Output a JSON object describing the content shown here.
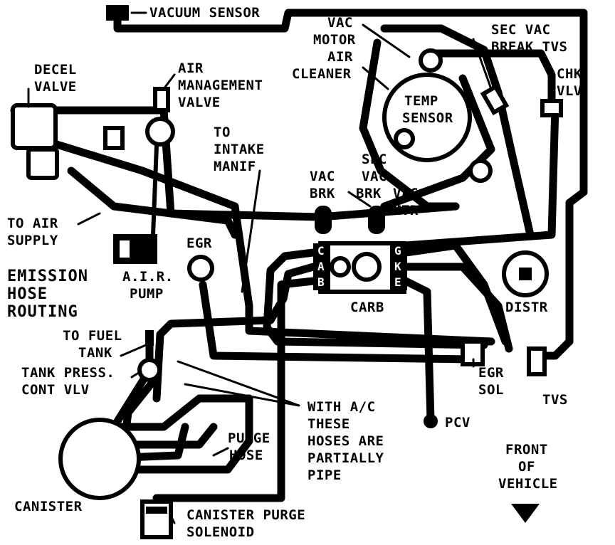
{
  "title_lines": [
    "EMISSION",
    "HOSE",
    "ROUTING"
  ],
  "labels": {
    "vacuum_sensor": "VACUUM SENSOR",
    "vac_motor": [
      "VAC",
      "MOTOR"
    ],
    "air_cleaner": [
      "AIR",
      "CLEANER"
    ],
    "sec_vac_break_tvs": [
      "SEC VAC",
      "BREAK TVS"
    ],
    "chk_vlv": [
      "CHK",
      "VLV"
    ],
    "temp_sensor": [
      "TEMP",
      "SENSOR"
    ],
    "decel_valve": [
      "DECEL",
      "VALVE"
    ],
    "air_management_valve": [
      "AIR",
      "MANAGEMENT",
      "VALVE"
    ],
    "to_intake_manif": [
      "TO",
      "INTAKE",
      "MANIF"
    ],
    "sec_vac_brk": [
      "SEC",
      "VAC",
      "BRK"
    ],
    "vac_brk": [
      "VAC",
      "BRK"
    ],
    "vac_mtr": [
      "VAC",
      "MTR"
    ],
    "to_air_supply": [
      "TO AIR",
      "SUPPLY"
    ],
    "egr": "EGR",
    "air_pump": [
      "A.I.R.",
      "PUMP"
    ],
    "carb": "CARB",
    "distr": "DISTR",
    "to_fuel_tank": [
      "TO FUEL",
      "TANK"
    ],
    "tank_press_cont_vlv": [
      "TANK PRESS.",
      "CONT VLV"
    ],
    "egr_sol": [
      "EGR",
      "SOL"
    ],
    "tvs": "TVS",
    "with_ac_note": [
      "WITH A/C",
      "THESE",
      "HOSES ARE",
      "PARTIALLY",
      "PIPE"
    ],
    "pcv": "PCV",
    "purge_hose": [
      "PURGE",
      "HOSE"
    ],
    "front_of_vehicle": [
      "FRONT",
      "OF",
      "VEHICLE"
    ],
    "canister": "CANISTER",
    "canister_purge_solenoid": [
      "CANISTER PURGE",
      "SOLENOID"
    ]
  },
  "carb_ports_left": [
    "C",
    "A",
    "B"
  ],
  "carb_ports_right": [
    "G",
    "K",
    "E"
  ],
  "icons": {
    "front_arrow": "down-arrow-icon"
  }
}
